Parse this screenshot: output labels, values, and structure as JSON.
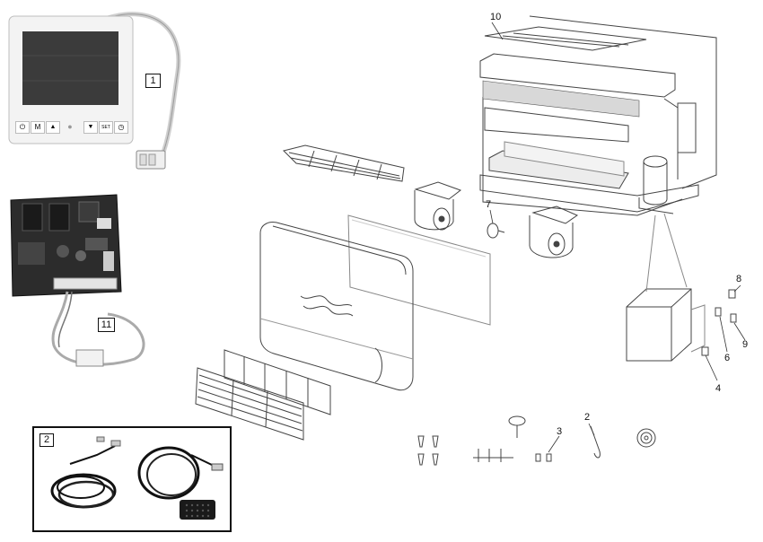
{
  "callouts": {
    "c1": "1",
    "c2": "2",
    "c3": "3",
    "c4": "4",
    "c6": "6",
    "c7": "7",
    "c8": "8",
    "c9": "9",
    "c10": "10",
    "c11": "11",
    "c2b": "2"
  },
  "thermostat": {
    "buttons": [
      "⏻",
      "M",
      "▲",
      "●",
      "▼",
      "SET",
      "◷"
    ]
  },
  "colors": {
    "line": "#333333",
    "photo_dark": "#1a1a1a",
    "screen": "#3a3a3a",
    "white_part": "#f4f4f4"
  }
}
